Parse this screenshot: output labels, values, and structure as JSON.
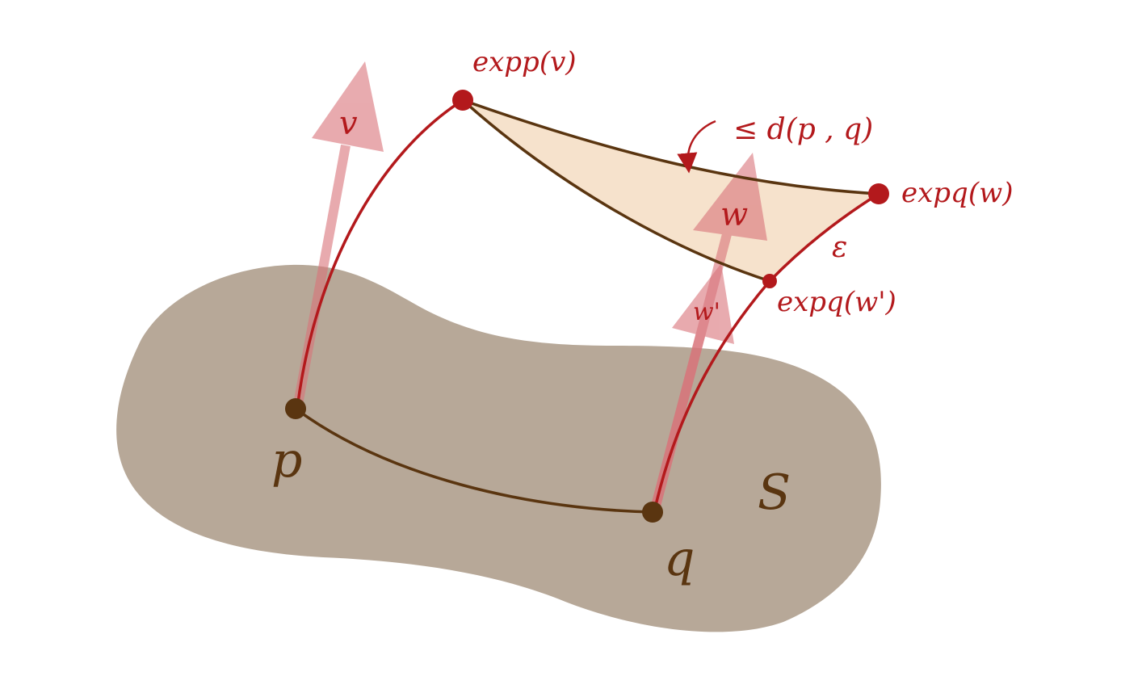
{
  "colors": {
    "surface": "#b7a898",
    "region": "#f5dfc6",
    "geodesic_red": "#b3191c",
    "brown": "#5a3510",
    "arrow": "#d9737a"
  },
  "labels": {
    "p": "p",
    "q": "q",
    "surface": "S",
    "v": "v",
    "w": "w",
    "w_prime": "w'",
    "exp_p_v": "expp(v)",
    "exp_q_w": "expq(w)",
    "exp_q_w_prime": "expq(w')",
    "distance_bound": "≤ d(p , q)",
    "epsilon": "ε"
  }
}
